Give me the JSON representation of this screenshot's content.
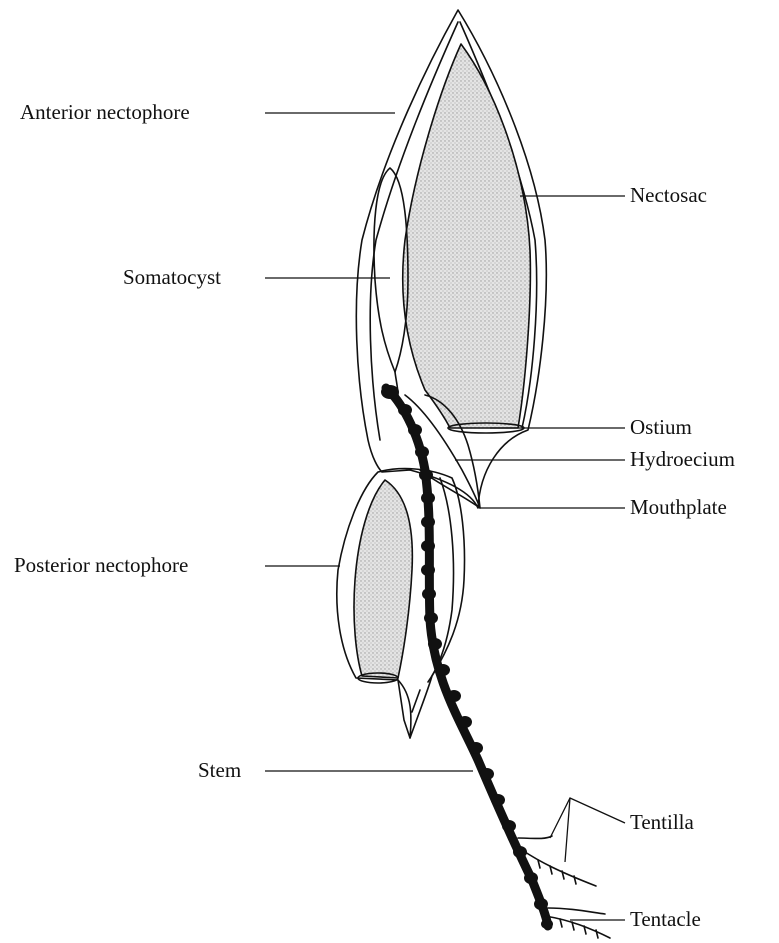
{
  "colors": {
    "ink": "#111111",
    "stipple": "#d9d9d9",
    "background": "#ffffff"
  },
  "labels": {
    "anterior_nectophore": "Anterior nectophore",
    "nectosac": "Nectosac",
    "somatocyst": "Somatocyst",
    "ostium": "Ostium",
    "hydroecium": "Hydroecium",
    "mouthplate": "Mouthplate",
    "posterior_nectophore": "Posterior nectophore",
    "stem": "Stem",
    "tentilla": "Tentilla",
    "tentacle": "Tentacle"
  }
}
